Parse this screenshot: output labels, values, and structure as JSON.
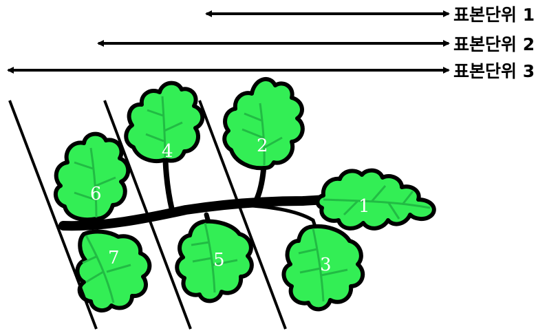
{
  "colors": {
    "leaf_fill": "#33ee55",
    "leaf_vein": "#22bb44",
    "outline": "#000000",
    "number_text": "#ffffff"
  },
  "sampling_units": [
    {
      "label": "표본단위 1"
    },
    {
      "label": "표본단위 2"
    },
    {
      "label": "표본단위 3"
    }
  ],
  "leaves": [
    {
      "number": "1"
    },
    {
      "number": "2"
    },
    {
      "number": "3"
    },
    {
      "number": "4"
    },
    {
      "number": "5"
    },
    {
      "number": "6"
    },
    {
      "number": "7"
    }
  ]
}
